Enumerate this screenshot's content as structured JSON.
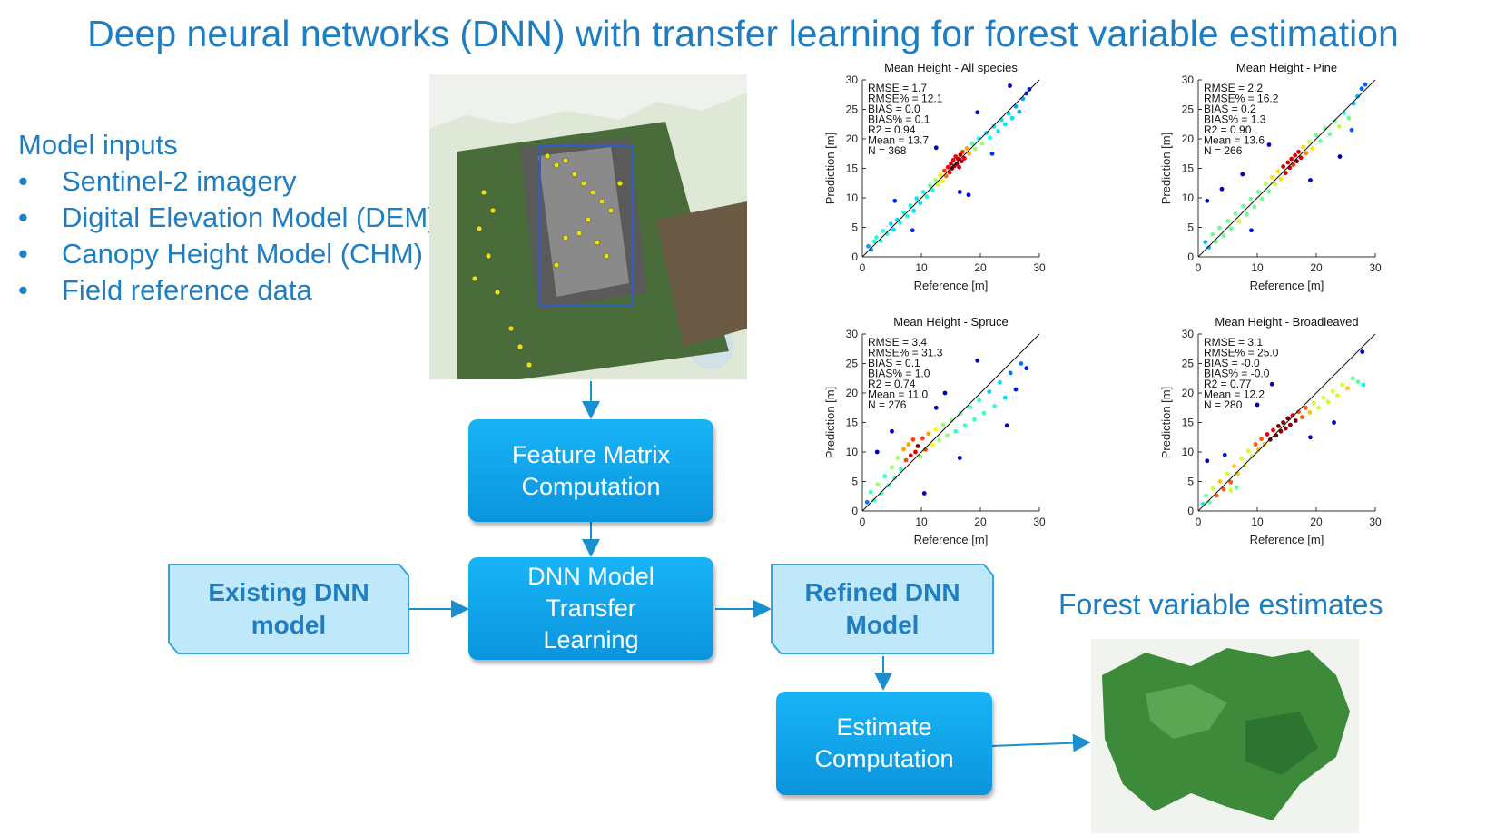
{
  "title": "Deep neural networks (DNN) with transfer learning for forest variable estimation",
  "model_inputs": {
    "heading": "Model inputs",
    "items": [
      "Sentinel-2 imagery",
      "Digital Elevation Model (DEM)",
      "Canopy Height Model (CHM)",
      "Field reference data"
    ]
  },
  "flow": {
    "feature_matrix": [
      "Feature Matrix",
      "Computation"
    ],
    "transfer": [
      "DNN Model",
      "Transfer",
      "Learning"
    ],
    "existing": [
      "Existing DNN",
      "model"
    ],
    "refined": [
      "Refined DNN",
      "Model"
    ],
    "estimate": [
      "Estimate",
      "Computation"
    ],
    "output_label": "Forest variable estimates"
  },
  "colors": {
    "accent_text": "#1f7ec1",
    "box_top": "#18b4f6",
    "box_bottom": "#0a95dc",
    "parallelogram": "#bfe8fb",
    "arrow": "#1a8fd0"
  },
  "chart_data": [
    {
      "type": "scatter",
      "title": "Mean Height - All species",
      "xlabel": "Reference [m]",
      "ylabel": "Prediction [m]",
      "xlim": [
        0,
        30
      ],
      "ylim": [
        0,
        30
      ],
      "xticks": [
        0,
        10,
        20,
        30
      ],
      "yticks": [
        0,
        5,
        10,
        15,
        20,
        25,
        30
      ],
      "stats": [
        "RMSE = 1.7",
        "RMSE% = 12.1",
        "BIAS = 0.0",
        "BIAS% = 0.1",
        "R2 = 0.94",
        "Mean = 13.7",
        "N = 368"
      ],
      "reference_line": "1:1",
      "points": [
        [
          1.0,
          1.8
        ],
        [
          1.5,
          1.2
        ],
        [
          2.0,
          2.6
        ],
        [
          2.4,
          3.3
        ],
        [
          3.1,
          2.7
        ],
        [
          3.5,
          4.4
        ],
        [
          4.2,
          3.9
        ],
        [
          4.8,
          5.6
        ],
        [
          5.3,
          4.6
        ],
        [
          5.9,
          6.3
        ],
        [
          6.4,
          5.8
        ],
        [
          7.0,
          7.5
        ],
        [
          7.6,
          6.9
        ],
        [
          8.1,
          8.7
        ],
        [
          8.7,
          7.8
        ],
        [
          9.2,
          9.9
        ],
        [
          9.8,
          9.1
        ],
        [
          10.3,
          11.0
        ],
        [
          10.9,
          10.2
        ],
        [
          11.4,
          12.1
        ],
        [
          11.9,
          11.3
        ],
        [
          12.4,
          13.0
        ],
        [
          12.8,
          12.2
        ],
        [
          13.2,
          13.9
        ],
        [
          13.6,
          12.8
        ],
        [
          13.9,
          14.6
        ],
        [
          14.2,
          13.7
        ],
        [
          14.5,
          15.2
        ],
        [
          14.8,
          14.3
        ],
        [
          15.0,
          15.8
        ],
        [
          15.2,
          15.0
        ],
        [
          15.4,
          16.4
        ],
        [
          15.6,
          15.4
        ],
        [
          15.8,
          17.0
        ],
        [
          16.0,
          15.8
        ],
        [
          16.2,
          16.6
        ],
        [
          16.4,
          15.2
        ],
        [
          16.6,
          17.3
        ],
        [
          16.8,
          16.2
        ],
        [
          17.0,
          17.8
        ],
        [
          17.3,
          16.7
        ],
        [
          17.7,
          18.4
        ],
        [
          18.1,
          17.5
        ],
        [
          18.6,
          19.2
        ],
        [
          19.1,
          18.3
        ],
        [
          19.7,
          20.1
        ],
        [
          20.3,
          19.2
        ],
        [
          21.0,
          21.0
        ],
        [
          21.6,
          20.2
        ],
        [
          22.3,
          22.1
        ],
        [
          23.0,
          21.3
        ],
        [
          23.6,
          23.2
        ],
        [
          24.2,
          22.5
        ],
        [
          24.8,
          24.3
        ],
        [
          25.4,
          23.5
        ],
        [
          26.0,
          25.5
        ],
        [
          26.6,
          24.6
        ],
        [
          27.2,
          26.8
        ],
        [
          27.8,
          27.7
        ],
        [
          28.3,
          28.4
        ],
        [
          5.5,
          9.5
        ],
        [
          8.5,
          4.5
        ],
        [
          12.5,
          18.5
        ],
        [
          16.5,
          11.0
        ],
        [
          19.5,
          24.5
        ],
        [
          22.0,
          17.5
        ],
        [
          25.0,
          29.0
        ],
        [
          18.0,
          10.5
        ]
      ]
    },
    {
      "type": "scatter",
      "title": "Mean Height - Pine",
      "xlabel": "Reference [m]",
      "ylabel": "Prediction [m]",
      "xlim": [
        0,
        30
      ],
      "ylim": [
        0,
        30
      ],
      "xticks": [
        0,
        10,
        20,
        30
      ],
      "yticks": [
        0,
        5,
        10,
        15,
        20,
        25,
        30
      ],
      "stats": [
        "RMSE = 2.2",
        "RMSE% = 16.2",
        "BIAS = 0.2",
        "BIAS% = 1.3",
        "R2 = 0.90",
        "Mean = 13.6",
        "N = 266"
      ],
      "reference_line": "1:1",
      "points": [
        [
          1.2,
          2.5
        ],
        [
          1.8,
          1.6
        ],
        [
          2.4,
          3.8
        ],
        [
          3.0,
          2.6
        ],
        [
          3.6,
          4.9
        ],
        [
          4.3,
          3.6
        ],
        [
          5.0,
          6.1
        ],
        [
          5.6,
          4.8
        ],
        [
          6.3,
          7.3
        ],
        [
          6.9,
          6.0
        ],
        [
          7.6,
          8.6
        ],
        [
          8.2,
          7.2
        ],
        [
          8.9,
          9.8
        ],
        [
          9.5,
          8.5
        ],
        [
          10.2,
          11.0
        ],
        [
          10.8,
          9.8
        ],
        [
          11.4,
          12.4
        ],
        [
          12.0,
          11.1
        ],
        [
          12.5,
          13.5
        ],
        [
          13.0,
          12.3
        ],
        [
          13.5,
          14.5
        ],
        [
          14.0,
          13.2
        ],
        [
          14.4,
          15.3
        ],
        [
          14.8,
          14.2
        ],
        [
          15.2,
          16.0
        ],
        [
          15.5,
          15.1
        ],
        [
          15.8,
          16.6
        ],
        [
          16.1,
          15.6
        ],
        [
          16.4,
          17.2
        ],
        [
          16.7,
          16.2
        ],
        [
          17.0,
          17.8
        ],
        [
          17.4,
          16.8
        ],
        [
          17.8,
          18.6
        ],
        [
          18.3,
          17.6
        ],
        [
          18.8,
          19.5
        ],
        [
          19.4,
          18.4
        ],
        [
          20.0,
          20.6
        ],
        [
          20.7,
          19.6
        ],
        [
          21.5,
          21.8
        ],
        [
          22.3,
          20.8
        ],
        [
          23.1,
          23.0
        ],
        [
          23.9,
          22.1
        ],
        [
          24.7,
          24.4
        ],
        [
          25.5,
          23.5
        ],
        [
          26.3,
          26.0
        ],
        [
          27.0,
          27.2
        ],
        [
          27.7,
          28.5
        ],
        [
          28.3,
          29.2
        ],
        [
          1.5,
          9.5
        ],
        [
          4.0,
          11.5
        ],
        [
          7.5,
          14.0
        ],
        [
          9.0,
          4.5
        ],
        [
          12.0,
          19.0
        ],
        [
          19.0,
          13.0
        ],
        [
          24.0,
          17.0
        ],
        [
          26.0,
          21.5
        ]
      ]
    },
    {
      "type": "scatter",
      "title": "Mean Height - Spruce",
      "xlabel": "Reference [m]",
      "ylabel": "Prediction [m]",
      "xlim": [
        0,
        30
      ],
      "ylim": [
        0,
        30
      ],
      "xticks": [
        0,
        10,
        20,
        30
      ],
      "yticks": [
        0,
        5,
        10,
        15,
        20,
        25,
        30
      ],
      "stats": [
        "RMSE = 3.4",
        "RMSE% = 31.3",
        "BIAS = 0.1",
        "BIAS% = 1.0",
        "R2 = 0.74",
        "Mean = 11.0",
        "N = 276"
      ],
      "reference_line": "1:1",
      "points": [
        [
          0.8,
          1.5
        ],
        [
          1.4,
          3.2
        ],
        [
          2.0,
          1.8
        ],
        [
          2.6,
          4.5
        ],
        [
          3.2,
          3.0
        ],
        [
          3.8,
          5.9
        ],
        [
          4.4,
          4.3
        ],
        [
          5.0,
          7.4
        ],
        [
          5.5,
          5.6
        ],
        [
          6.0,
          9.0
        ],
        [
          6.5,
          7.1
        ],
        [
          7.0,
          10.5
        ],
        [
          7.4,
          8.6
        ],
        [
          7.8,
          11.3
        ],
        [
          8.2,
          9.4
        ],
        [
          8.6,
          12.1
        ],
        [
          9.0,
          10.0
        ],
        [
          9.4,
          11.0
        ],
        [
          9.8,
          9.2
        ],
        [
          10.2,
          12.3
        ],
        [
          10.7,
          10.4
        ],
        [
          11.2,
          13.1
        ],
        [
          11.8,
          11.2
        ],
        [
          12.4,
          13.8
        ],
        [
          13.0,
          12.0
        ],
        [
          13.7,
          14.6
        ],
        [
          14.4,
          12.8
        ],
        [
          15.1,
          15.4
        ],
        [
          15.8,
          13.5
        ],
        [
          16.6,
          16.5
        ],
        [
          17.4,
          14.5
        ],
        [
          18.2,
          17.6
        ],
        [
          19.0,
          15.5
        ],
        [
          19.8,
          18.8
        ],
        [
          20.6,
          16.6
        ],
        [
          21.5,
          20.2
        ],
        [
          22.4,
          17.8
        ],
        [
          23.3,
          21.8
        ],
        [
          24.2,
          19.2
        ],
        [
          25.1,
          23.4
        ],
        [
          26.0,
          20.6
        ],
        [
          26.9,
          25.0
        ],
        [
          27.8,
          24.2
        ],
        [
          2.5,
          10.0
        ],
        [
          5.0,
          13.5
        ],
        [
          10.5,
          3.0
        ],
        [
          14.0,
          20.0
        ],
        [
          16.5,
          9.0
        ],
        [
          19.5,
          25.5
        ],
        [
          24.5,
          14.5
        ],
        [
          12.5,
          17.5
        ]
      ]
    },
    {
      "type": "scatter",
      "title": "Mean Height - Broadleaved",
      "xlabel": "Reference [m]",
      "ylabel": "Prediction [m]",
      "xlim": [
        0,
        30
      ],
      "ylim": [
        0,
        30
      ],
      "xticks": [
        0,
        10,
        20,
        30
      ],
      "yticks": [
        0,
        5,
        10,
        15,
        20,
        25,
        30
      ],
      "stats": [
        "RMSE = 3.1",
        "RMSE% = 25.0",
        "BIAS = -0.0",
        "BIAS% = -0.0",
        "R2 = 0.77",
        "Mean = 12.2",
        "N = 280"
      ],
      "reference_line": "1:1",
      "points": [
        [
          0.8,
          1.2
        ],
        [
          1.3,
          2.6
        ],
        [
          1.9,
          1.5
        ],
        [
          2.5,
          3.8
        ],
        [
          3.1,
          2.6
        ],
        [
          3.7,
          5.0
        ],
        [
          4.3,
          3.7
        ],
        [
          4.9,
          6.3
        ],
        [
          5.5,
          4.9
        ],
        [
          6.1,
          7.6
        ],
        [
          6.7,
          6.3
        ],
        [
          7.3,
          8.9
        ],
        [
          7.9,
          7.8
        ],
        [
          8.5,
          10.2
        ],
        [
          9.1,
          9.3
        ],
        [
          9.7,
          11.3
        ],
        [
          10.2,
          10.4
        ],
        [
          10.7,
          12.2
        ],
        [
          11.2,
          11.3
        ],
        [
          11.7,
          13.0
        ],
        [
          12.2,
          12.1
        ],
        [
          12.7,
          13.7
        ],
        [
          13.2,
          12.8
        ],
        [
          13.6,
          14.4
        ],
        [
          14.0,
          13.5
        ],
        [
          14.4,
          15.0
        ],
        [
          14.8,
          14.0
        ],
        [
          15.2,
          15.7
        ],
        [
          15.6,
          14.6
        ],
        [
          16.0,
          16.2
        ],
        [
          16.5,
          15.3
        ],
        [
          17.0,
          16.8
        ],
        [
          17.6,
          15.9
        ],
        [
          18.2,
          17.5
        ],
        [
          18.9,
          16.7
        ],
        [
          19.6,
          18.3
        ],
        [
          20.4,
          17.5
        ],
        [
          21.2,
          19.2
        ],
        [
          22.0,
          18.5
        ],
        [
          22.8,
          20.3
        ],
        [
          23.6,
          19.6
        ],
        [
          24.4,
          21.4
        ],
        [
          25.3,
          20.8
        ],
        [
          26.2,
          22.5
        ],
        [
          27.1,
          21.9
        ],
        [
          28.0,
          21.4
        ],
        [
          27.8,
          27.0
        ],
        [
          1.5,
          8.5
        ],
        [
          4.5,
          9.5
        ],
        [
          6.5,
          4.0
        ],
        [
          10.0,
          18.0
        ],
        [
          12.5,
          21.5
        ],
        [
          19.0,
          12.5
        ],
        [
          23.0,
          15.0
        ],
        [
          5.5,
          3.5
        ]
      ]
    }
  ]
}
